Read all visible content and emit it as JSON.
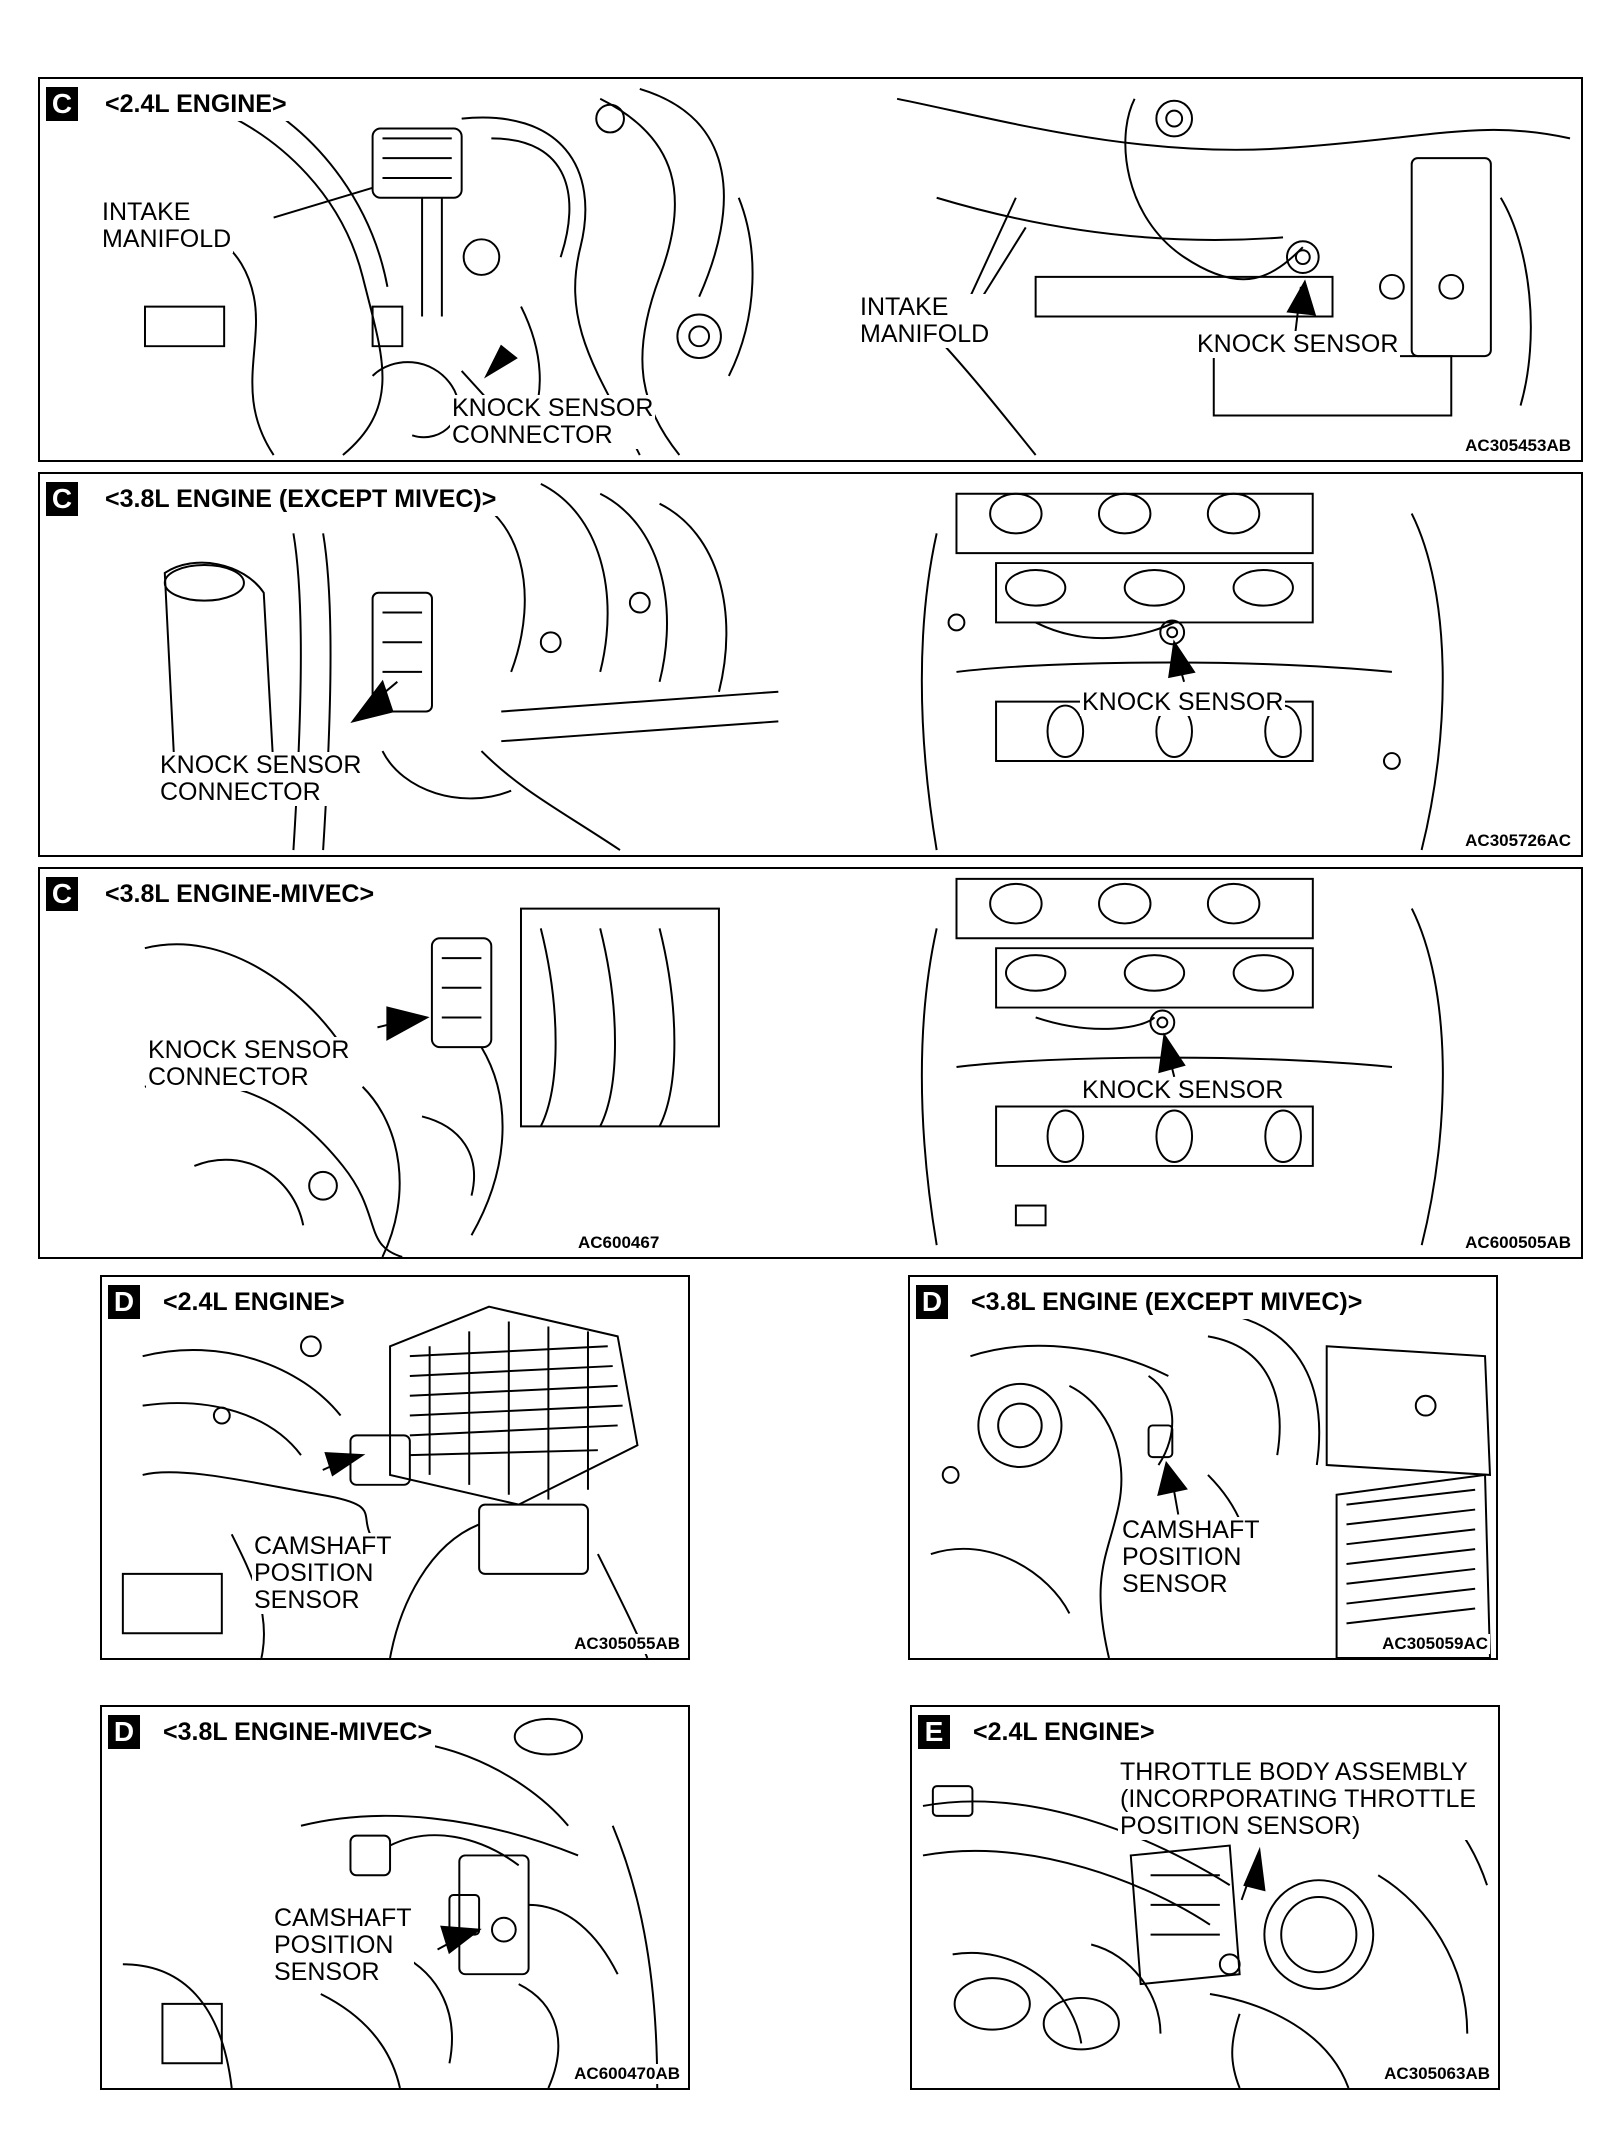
{
  "panels": [
    {
      "badge": "C",
      "heading": "<2.4L ENGINE>",
      "labels": [
        "INTAKE\nMANIFOLD",
        "KNOCK SENSOR\nCONNECTOR",
        "INTAKE\nMANIFOLD",
        "KNOCK SENSOR"
      ],
      "codes": [
        "AC305453AB"
      ]
    },
    {
      "badge": "C",
      "heading": "<3.8L ENGINE (EXCEPT MIVEC)>",
      "labels": [
        "KNOCK SENSOR\nCONNECTOR",
        "KNOCK SENSOR"
      ],
      "codes": [
        "AC305726AC"
      ]
    },
    {
      "badge": "C",
      "heading": "<3.8L ENGINE-MIVEC>",
      "labels": [
        "KNOCK SENSOR\nCONNECTOR",
        "KNOCK SENSOR"
      ],
      "codes": [
        "AC600467",
        "AC600505AB"
      ]
    },
    {
      "badge": "D",
      "heading": "<2.4L ENGINE>",
      "labels": [
        "CAMSHAFT\nPOSITION\nSENSOR"
      ],
      "codes": [
        "AC305055AB"
      ]
    },
    {
      "badge": "D",
      "heading": "<3.8L ENGINE (EXCEPT MIVEC)>",
      "labels": [
        "CAMSHAFT\nPOSITION\nSENSOR"
      ],
      "codes": [
        "AC305059AC"
      ]
    },
    {
      "badge": "D",
      "heading": "<3.8L ENGINE-MIVEC>",
      "labels": [
        "CAMSHAFT\nPOSITION\nSENSOR"
      ],
      "codes": [
        "AC600470AB"
      ]
    },
    {
      "badge": "E",
      "heading": "<2.4L ENGINE>",
      "labels": [
        "THROTTLE BODY ASSEMBLY\n(INCORPORATING THROTTLE\nPOSITION SENSOR)"
      ],
      "codes": [
        "AC305063AB"
      ]
    }
  ]
}
